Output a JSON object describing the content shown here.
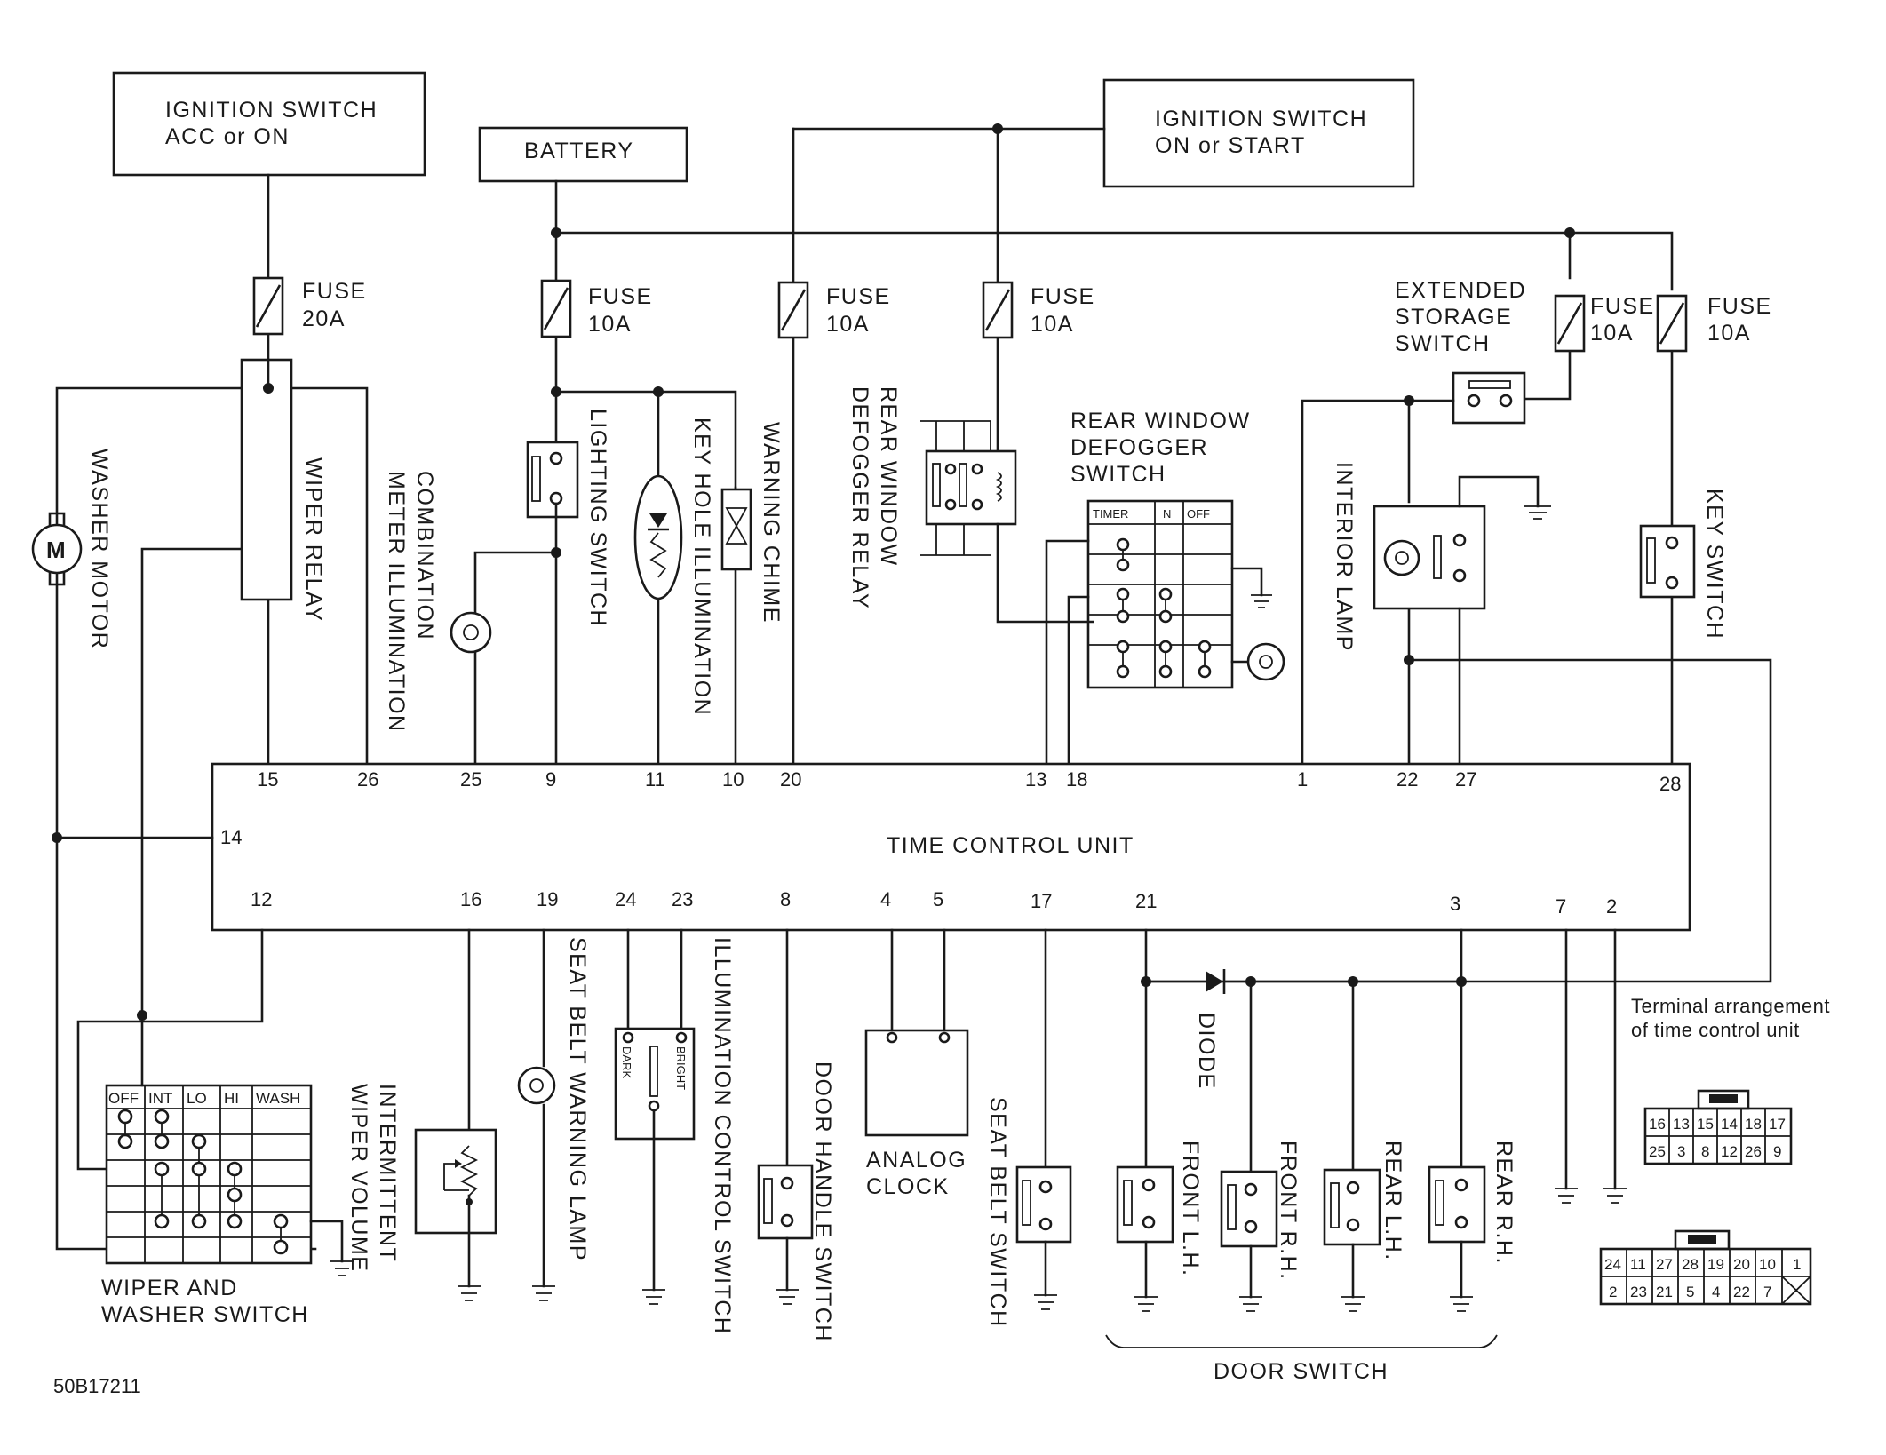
{
  "labels": {
    "ign_acc_1": "IGNITION SWITCH",
    "ign_acc_2": "ACC or ON",
    "battery": "BATTERY",
    "ign_on_1": "IGNITION SWITCH",
    "ign_on_2": "ON or START",
    "fuse": "FUSE",
    "fuse_20a": "20A",
    "fuse_10a": "10A",
    "ext_storage_1": "EXTENDED",
    "ext_storage_2": "STORAGE",
    "ext_storage_3": "SWITCH",
    "rear_defog_sw_1": "REAR WINDOW",
    "rear_defog_sw_2": "DEFOGGER",
    "rear_defog_sw_3": "SWITCH",
    "washer_motor": "WASHER MOTOR",
    "wiper_relay": "WIPER RELAY",
    "combo_meter_1": "COMBINATION",
    "combo_meter_2": "METER ILLUMINATION",
    "lighting_switch": "LIGHTING SWITCH",
    "key_hole_illum": "KEY HOLE ILLUMINATION",
    "warning_chime": "WARNING CHIME",
    "defog_relay_1": "REAR WINDOW",
    "defog_relay_2": "DEFOGGER RELAY",
    "interior_lamp": "INTERIOR LAMP",
    "key_switch": "KEY SWITCH",
    "tcu": "TIME CONTROL UNIT",
    "wiper_washer_sw_1": "WIPER AND",
    "wiper_washer_sw_2": "WASHER SWITCH",
    "int_wiper_vol_1": "INTERMITTENT",
    "int_wiper_vol_2": "WIPER VOLUME",
    "seat_belt_lamp": "SEAT BELT WARNING LAMP",
    "illum_control_sw": "ILLUMINATION CONTROL SWITCH",
    "door_handle_sw": "DOOR HANDLE SWITCH",
    "analog_clock_1": "ANALOG",
    "analog_clock_2": "CLOCK",
    "seat_belt_sw": "SEAT BELT SWITCH",
    "diode": "DIODE",
    "front_lh": "FRONT L.H.",
    "front_rh": "FRONT R.H.",
    "rear_lh": "REAR L.H.",
    "rear_rh": "REAR R.H.",
    "door_switch": "DOOR SWITCH",
    "terminal_arr_1": "Terminal arrangement",
    "terminal_arr_2": "of time control unit",
    "dark": "DARK",
    "bright": "BRIGHT",
    "code": "50B17211"
  },
  "defogger_switch_headers": [
    "TIMER",
    "N",
    "OFF"
  ],
  "wiper_switch_headers": [
    "OFF",
    "INT",
    "LO",
    "HI",
    "WASH"
  ],
  "tcu_top_pins": [
    "15",
    "26",
    "25",
    "9",
    "11",
    "10",
    "20",
    "13",
    "18",
    "1",
    "22",
    "27",
    "28"
  ],
  "tcu_side_pin": "14",
  "tcu_bottom_pins": [
    "12",
    "16",
    "19",
    "24",
    "23",
    "8",
    "4",
    "5",
    "17",
    "21",
    "3",
    "7",
    "2"
  ],
  "connector_a": [
    [
      "16",
      "13",
      "15",
      "14",
      "18",
      "17"
    ],
    [
      "25",
      "3",
      "8",
      "12",
      "26",
      "9"
    ]
  ],
  "connector_b": [
    [
      "24",
      "11",
      "27",
      "28",
      "19",
      "20",
      "10",
      "1"
    ],
    [
      "2",
      "23",
      "21",
      "5",
      "4",
      "22",
      "7",
      ""
    ]
  ]
}
